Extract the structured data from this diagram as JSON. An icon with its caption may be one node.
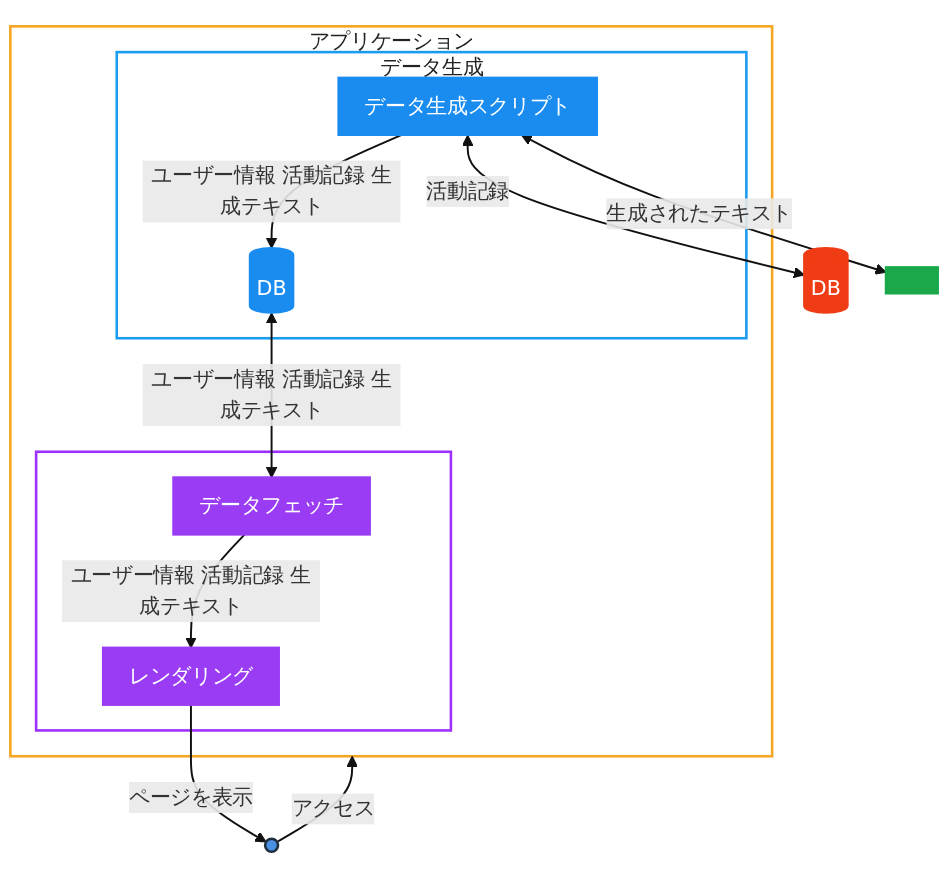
{
  "diagram": {
    "nodes": [
      {
        "text": [
          "アプリケーション"
        ]
      },
      {
        "text": [
          "データ生成"
        ],
        "in": 0
      },
      {
        "text": [
          "データ生成スクリプト"
        ],
        "in": 1
      },
      {
        "text": [
          "DB"
        ],
        "in": 1
      },
      {
        "text": [],
        "shape": "box",
        "in": 0
      },
      {
        "text": [
          "データフェッチ"
        ],
        "in": 4
      },
      {
        "text": [
          "レンダリング"
        ],
        "in": 4
      },
      {
        "text": [
          "DB"
        ]
      },
      {
        "text": [],
        "shape": "box"
      },
      {
        "text": [],
        "shape": "person"
      }
    ],
    "edges": [
      {
        "from": 2,
        "to": 7,
        "arrow": "both",
        "label": "活動記録"
      },
      {
        "from": 2,
        "to": 8,
        "arrow": "both",
        "label": "生成されたテキスト"
      },
      {
        "from": 2,
        "to": 3,
        "arrow": "to",
        "label": "ユーザー情報 活動記録 生成テキスト"
      },
      {
        "from": 3,
        "to": 5,
        "arrow": "both",
        "label": "ユーザー情報 活動記録 生成テキスト"
      },
      {
        "from": 5,
        "to": 6,
        "arrow": "to",
        "label": "ユーザー情報 活動記録 生成テキスト"
      },
      {
        "from": 9,
        "to": 0,
        "arrow": "to",
        "label": "アクセス"
      },
      {
        "from": 6,
        "to": 9,
        "arrow": "to",
        "label": "ページを表示"
      }
    ]
  }
}
